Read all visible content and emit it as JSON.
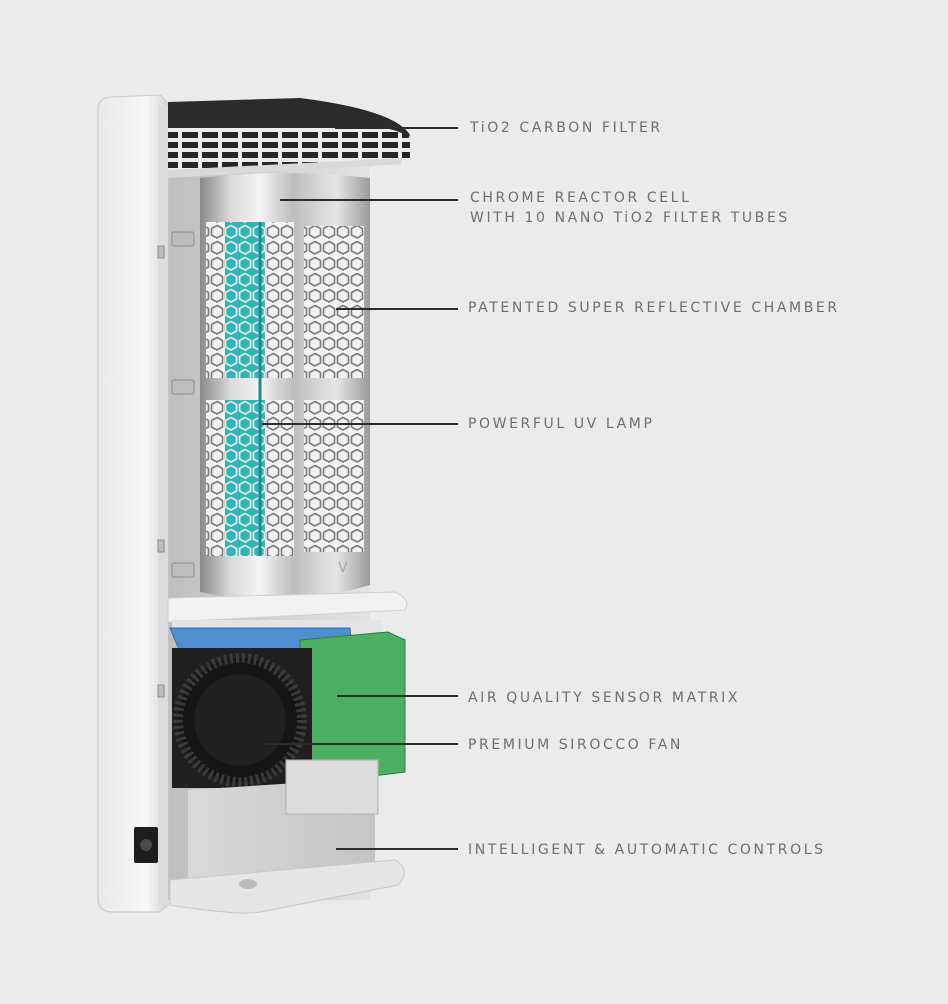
{
  "colors": {
    "background": "#ebebeb",
    "label_text": "#6e6e6e",
    "leader_line": "#2c2c2c",
    "uv_teal": "#2fb6b4",
    "board_green": "#4caf62",
    "board_blue": "#4d8fd0"
  },
  "callouts": [
    {
      "id": "carbon-filter",
      "lines": [
        "TiO2 CARBON FILTER"
      ]
    },
    {
      "id": "reactor-cell",
      "lines": [
        "CHROME REACTOR CELL",
        "WITH 10 NANO TiO2 FILTER TUBES"
      ]
    },
    {
      "id": "reflective-chamber",
      "lines": [
        "PATENTED SUPER REFLECTIVE CHAMBER"
      ]
    },
    {
      "id": "uv-lamp",
      "lines": [
        "POWERFUL UV LAMP"
      ]
    },
    {
      "id": "sensor-matrix",
      "lines": [
        "AIR QUALITY SENSOR MATRIX"
      ]
    },
    {
      "id": "sirocco-fan",
      "lines": [
        "PREMIUM SIROCCO FAN"
      ]
    },
    {
      "id": "controls",
      "lines": [
        "INTELLIGENT & AUTOMATIC CONTROLS"
      ]
    }
  ]
}
